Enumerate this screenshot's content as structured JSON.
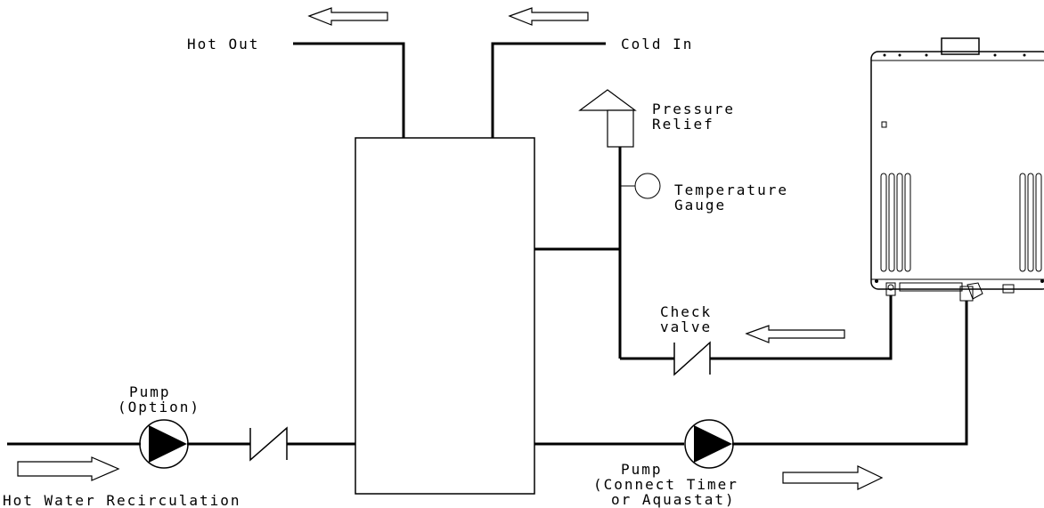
{
  "labels": {
    "hot_out": "Hot Out",
    "cold_in": "Cold In",
    "pressure_relief_line1": "Pressure",
    "pressure_relief_line2": "Relief",
    "temperature_gauge_line1": "Temperature",
    "temperature_gauge_line2": "Gauge",
    "check_valve_line1": "Check",
    "check_valve_line2": "valve",
    "pump_option_line1": "Pump",
    "pump_option_line2": "(Option)",
    "pump_timer_line1": "Pump",
    "pump_timer_line2": "(Connect Timer",
    "pump_timer_line3": "or Aquastat)",
    "hot_water_recirculation": "Hot Water Recirculation"
  },
  "colors": {
    "line": "#000000",
    "background": "#ffffff"
  },
  "icons": {
    "pump": "pump-triangle-icon",
    "check_valve": "check-valve-icon",
    "flow_arrow": "hollow-flow-arrow-icon",
    "pressure_relief": "pressure-relief-valve-icon",
    "temperature_gauge": "temperature-gauge-icon",
    "heater": "tankless-water-heater-icon"
  }
}
